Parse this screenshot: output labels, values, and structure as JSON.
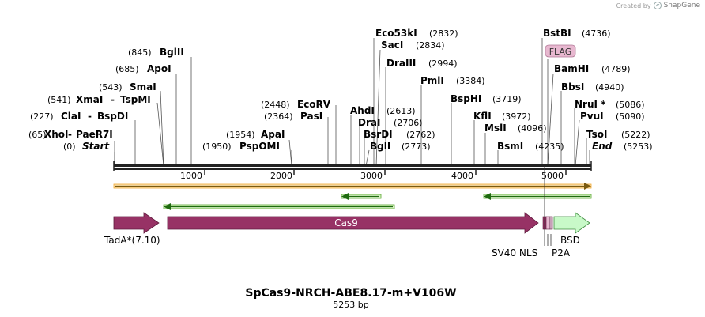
{
  "credit": {
    "prefix": "Created by",
    "brand": "SnapGene"
  },
  "title": "SpCas9-NRCH-ABE8.17-m+V106W",
  "subtitle": "5253 bp",
  "total_bp": 5253,
  "ruler_ticks": [
    {
      "label": "1000"
    },
    {
      "label": "2000"
    },
    {
      "label": "3000"
    },
    {
      "label": "4000"
    },
    {
      "label": "5000"
    }
  ],
  "sites": [
    {
      "name": "XhoI",
      "pos": "(65)",
      "partner": "PaeR7I",
      "italic": false
    },
    {
      "name": "Start",
      "pos": "(0)",
      "partner": "",
      "italic": true
    },
    {
      "name": "ClaI",
      "pos": "(227)",
      "partner": "BspDI",
      "italic": false
    },
    {
      "name": "XmaI",
      "pos": "(541)",
      "partner": "TspMI",
      "italic": false
    },
    {
      "name": "SmaI",
      "pos": "(543)",
      "partner": "",
      "italic": false
    },
    {
      "name": "ApoI",
      "pos": "(685)",
      "partner": "",
      "italic": false
    },
    {
      "name": "BglII",
      "pos": "(845)",
      "partner": "",
      "italic": false
    },
    {
      "name": "PspOMI",
      "pos": "(1950)",
      "partner": "",
      "italic": false
    },
    {
      "name": "ApaI",
      "pos": "(1954)",
      "partner": "",
      "italic": false
    },
    {
      "name": "PasI",
      "pos": "(2364)",
      "partner": "",
      "italic": false
    },
    {
      "name": "EcoRV",
      "pos": "(2448)",
      "partner": "",
      "italic": false
    },
    {
      "name": "AhdI",
      "pos": "(2613)",
      "partner": "",
      "italic": false
    },
    {
      "name": "DraI",
      "pos": "(2706)",
      "partner": "",
      "italic": false
    },
    {
      "name": "BsrDI",
      "pos": "(2762)",
      "partner": "",
      "italic": false
    },
    {
      "name": "BglI",
      "pos": "(2773)",
      "partner": "",
      "italic": false
    },
    {
      "name": "Eco53kI",
      "pos": "(2832)",
      "partner": "",
      "italic": false
    },
    {
      "name": "SacI",
      "pos": "(2834)",
      "partner": "",
      "italic": false
    },
    {
      "name": "DraIII",
      "pos": "(2994)",
      "partner": "",
      "italic": false
    },
    {
      "name": "PmlI",
      "pos": "(3384)",
      "partner": "",
      "italic": false
    },
    {
      "name": "BspHI",
      "pos": "(3719)",
      "partner": "",
      "italic": false
    },
    {
      "name": "KflI",
      "pos": "(3972)",
      "partner": "",
      "italic": false
    },
    {
      "name": "MslI",
      "pos": "(4096)",
      "partner": "",
      "italic": false
    },
    {
      "name": "BsmI",
      "pos": "(4235)",
      "partner": "",
      "italic": false
    },
    {
      "name": "BstBI",
      "pos": "(4736)",
      "partner": "",
      "italic": false
    },
    {
      "name": "BamHI",
      "pos": "(4789)",
      "partner": "",
      "italic": false
    },
    {
      "name": "BbsI",
      "pos": "(4940)",
      "partner": "",
      "italic": false
    },
    {
      "name": "NruI *",
      "pos": "(5086)",
      "partner": "",
      "italic": false
    },
    {
      "name": "PvuI",
      "pos": "(5090)",
      "partner": "",
      "italic": false
    },
    {
      "name": "TsoI",
      "pos": "(5222)",
      "partner": "",
      "italic": false
    },
    {
      "name": "End",
      "pos": "(5253)",
      "partner": "",
      "italic": true
    }
  ],
  "features": {
    "flag": "FLAG",
    "cas9": "Cas9",
    "tada": "TadA*(7.10)",
    "sv40_nls": "SV40 NLS",
    "p2a": "P2A",
    "bsd": "BSD"
  },
  "colors": {
    "cas9": "#973265",
    "tada": "#973265",
    "bsd": "#c8f9c8",
    "flag": "#e8b8d0",
    "orf_line": "#f0a830",
    "primer": "#5aa630"
  }
}
